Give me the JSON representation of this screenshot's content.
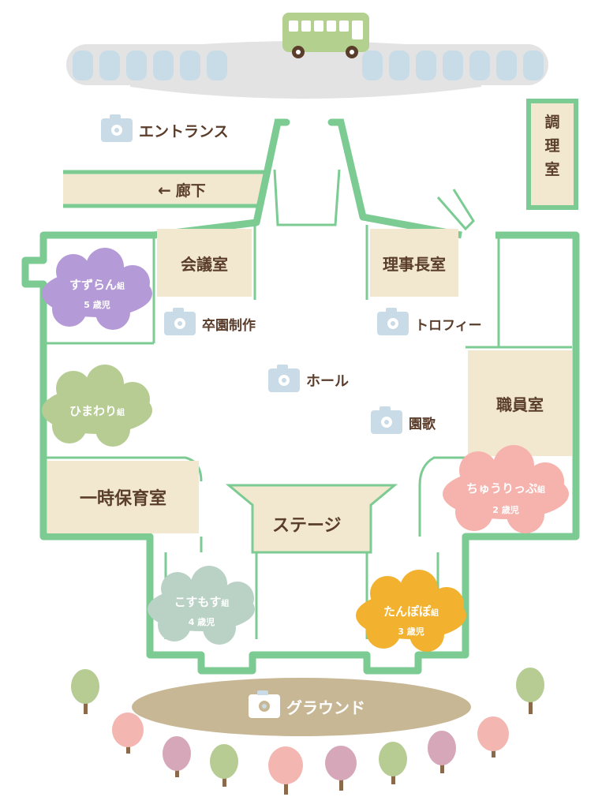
{
  "colors": {
    "wall": "#7ccb93",
    "room_fill": "#f1e8cf",
    "text": "#5a3d2b",
    "camera": "#c9dbe6",
    "ground": "#c7b795",
    "bus": "#b3d08e",
    "suzuran": "#b49ad6",
    "himawari": "#b6cc93",
    "chuurippu": "#f6b3ad",
    "kosumosu": "#b9d2c5",
    "tanpopo": "#f2b12e"
  },
  "labels": {
    "entrance": "エントランス",
    "corridor": "廊下",
    "kitchen": "調理室",
    "meeting_room": "会議室",
    "director_room": "理事長室",
    "graduation": "卒園制作",
    "trophy": "トロフィー",
    "hall": "ホール",
    "school_song": "園歌",
    "staff_room": "職員室",
    "temp_care": "一時保育室",
    "stage": "ステージ",
    "ground": "グラウンド"
  },
  "classes": {
    "suzuran": {
      "name": "すずらん",
      "suffix": "組",
      "age": "5 歳児"
    },
    "himawari": {
      "name": "ひまわり",
      "suffix": "組"
    },
    "chuurippu": {
      "name": "ちゅうりっぷ",
      "suffix": "組",
      "age": "2 歳児"
    },
    "kosumosu": {
      "name": "こすもす",
      "suffix": "組",
      "age": "4 歳児"
    },
    "tanpopo": {
      "name": "たんぽぽ",
      "suffix": "組",
      "age": "3 歳児"
    }
  },
  "icons": {
    "camera": "camera-icon",
    "arrow": "arrow-left-icon",
    "bus": "bus-icon",
    "tree": "tree-icon"
  }
}
